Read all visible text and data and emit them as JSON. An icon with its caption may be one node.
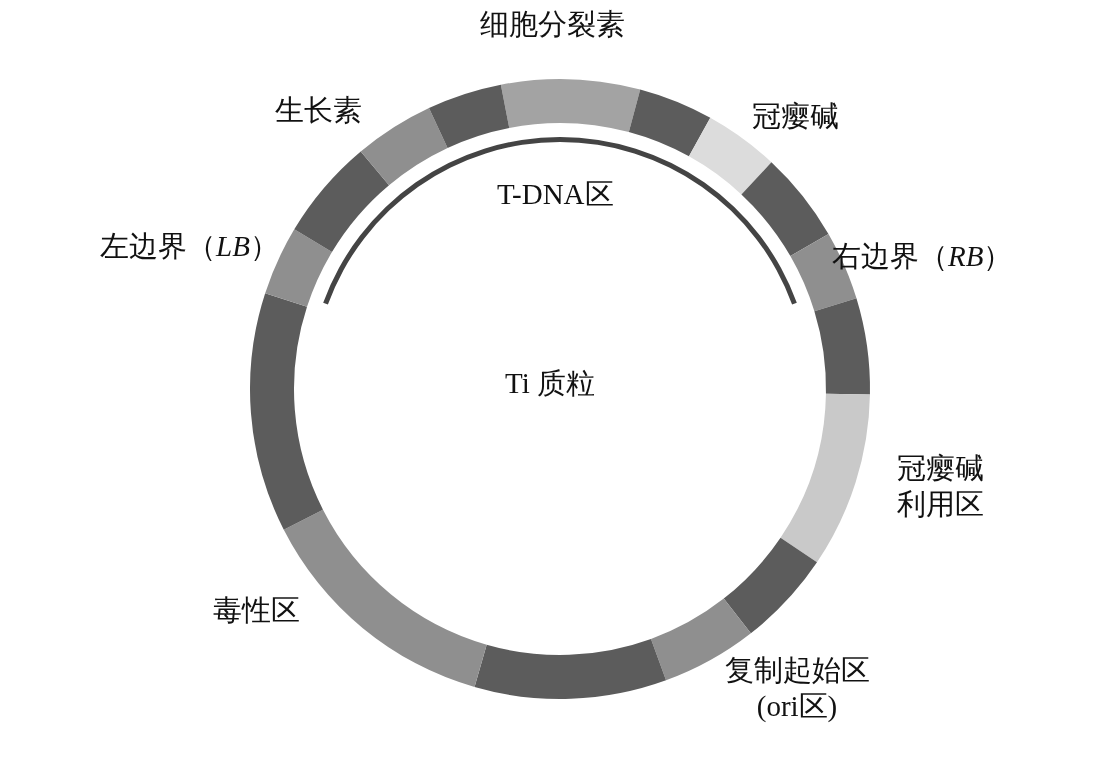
{
  "diagram": {
    "labels": [
      "细胞分裂素",
      "生长素",
      "冠瘿碱",
      "T-DNA区",
      "左边界（*LB*）",
      "右边界（*RB*）",
      "Ti 质粒",
      "冠瘿碱利用区",
      "毒性区",
      "复制起始区(ori区)"
    ]
  }
}
